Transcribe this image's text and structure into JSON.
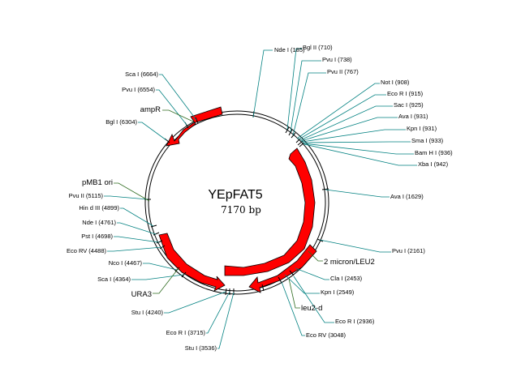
{
  "plasmid": {
    "name": "YEpFAT5",
    "size": "7170 bp"
  },
  "colors": {
    "site_line": "#008080",
    "feature_line": "#2e6b1f",
    "arrow": "#ff0000",
    "ring": "#000000"
  },
  "sites": [
    {
      "label": "Nde I (185)"
    },
    {
      "label": "Bgl II (710)"
    },
    {
      "label": "Pvu I (738)"
    },
    {
      "label": "Pvu II (767)"
    },
    {
      "label": "Not I (908)"
    },
    {
      "label": "Eco R I (915)"
    },
    {
      "label": "Sac I (925)"
    },
    {
      "label": "Ava I (931)"
    },
    {
      "label": "Kpn I (931)"
    },
    {
      "label": "Sma I (933)"
    },
    {
      "label": "Bam H I (936)"
    },
    {
      "label": "Xba I (942)"
    },
    {
      "label": "Ava I (1629)"
    },
    {
      "label": "Pvu I (2161)"
    },
    {
      "label": "Cla I (2453)"
    },
    {
      "label": "Kpn I (2549)"
    },
    {
      "label": "Eco R I (2936)"
    },
    {
      "label": "Eco RV (3048)"
    },
    {
      "label": "Stu I (3536)"
    },
    {
      "label": "Eco R I (3715)"
    },
    {
      "label": "Stu I (4240)"
    },
    {
      "label": "Sca I (4364)"
    },
    {
      "label": "Nco I (4467)"
    },
    {
      "label": "Eco RV (4488)"
    },
    {
      "label": "Pst I (4698)"
    },
    {
      "label": "Nde I (4761)"
    },
    {
      "label": "Hin d III (4899)"
    },
    {
      "label": "Pvu II (5115)"
    },
    {
      "label": "Bgl I (6304)"
    },
    {
      "label": "Pvu I (6554)"
    },
    {
      "label": "Sca I (6664)"
    }
  ],
  "features": [
    {
      "label": "ampR"
    },
    {
      "label": "pMB1 ori"
    },
    {
      "label": "URA3"
    },
    {
      "label": "2 micron/LEU2"
    },
    {
      "label": "leu2-d"
    }
  ]
}
